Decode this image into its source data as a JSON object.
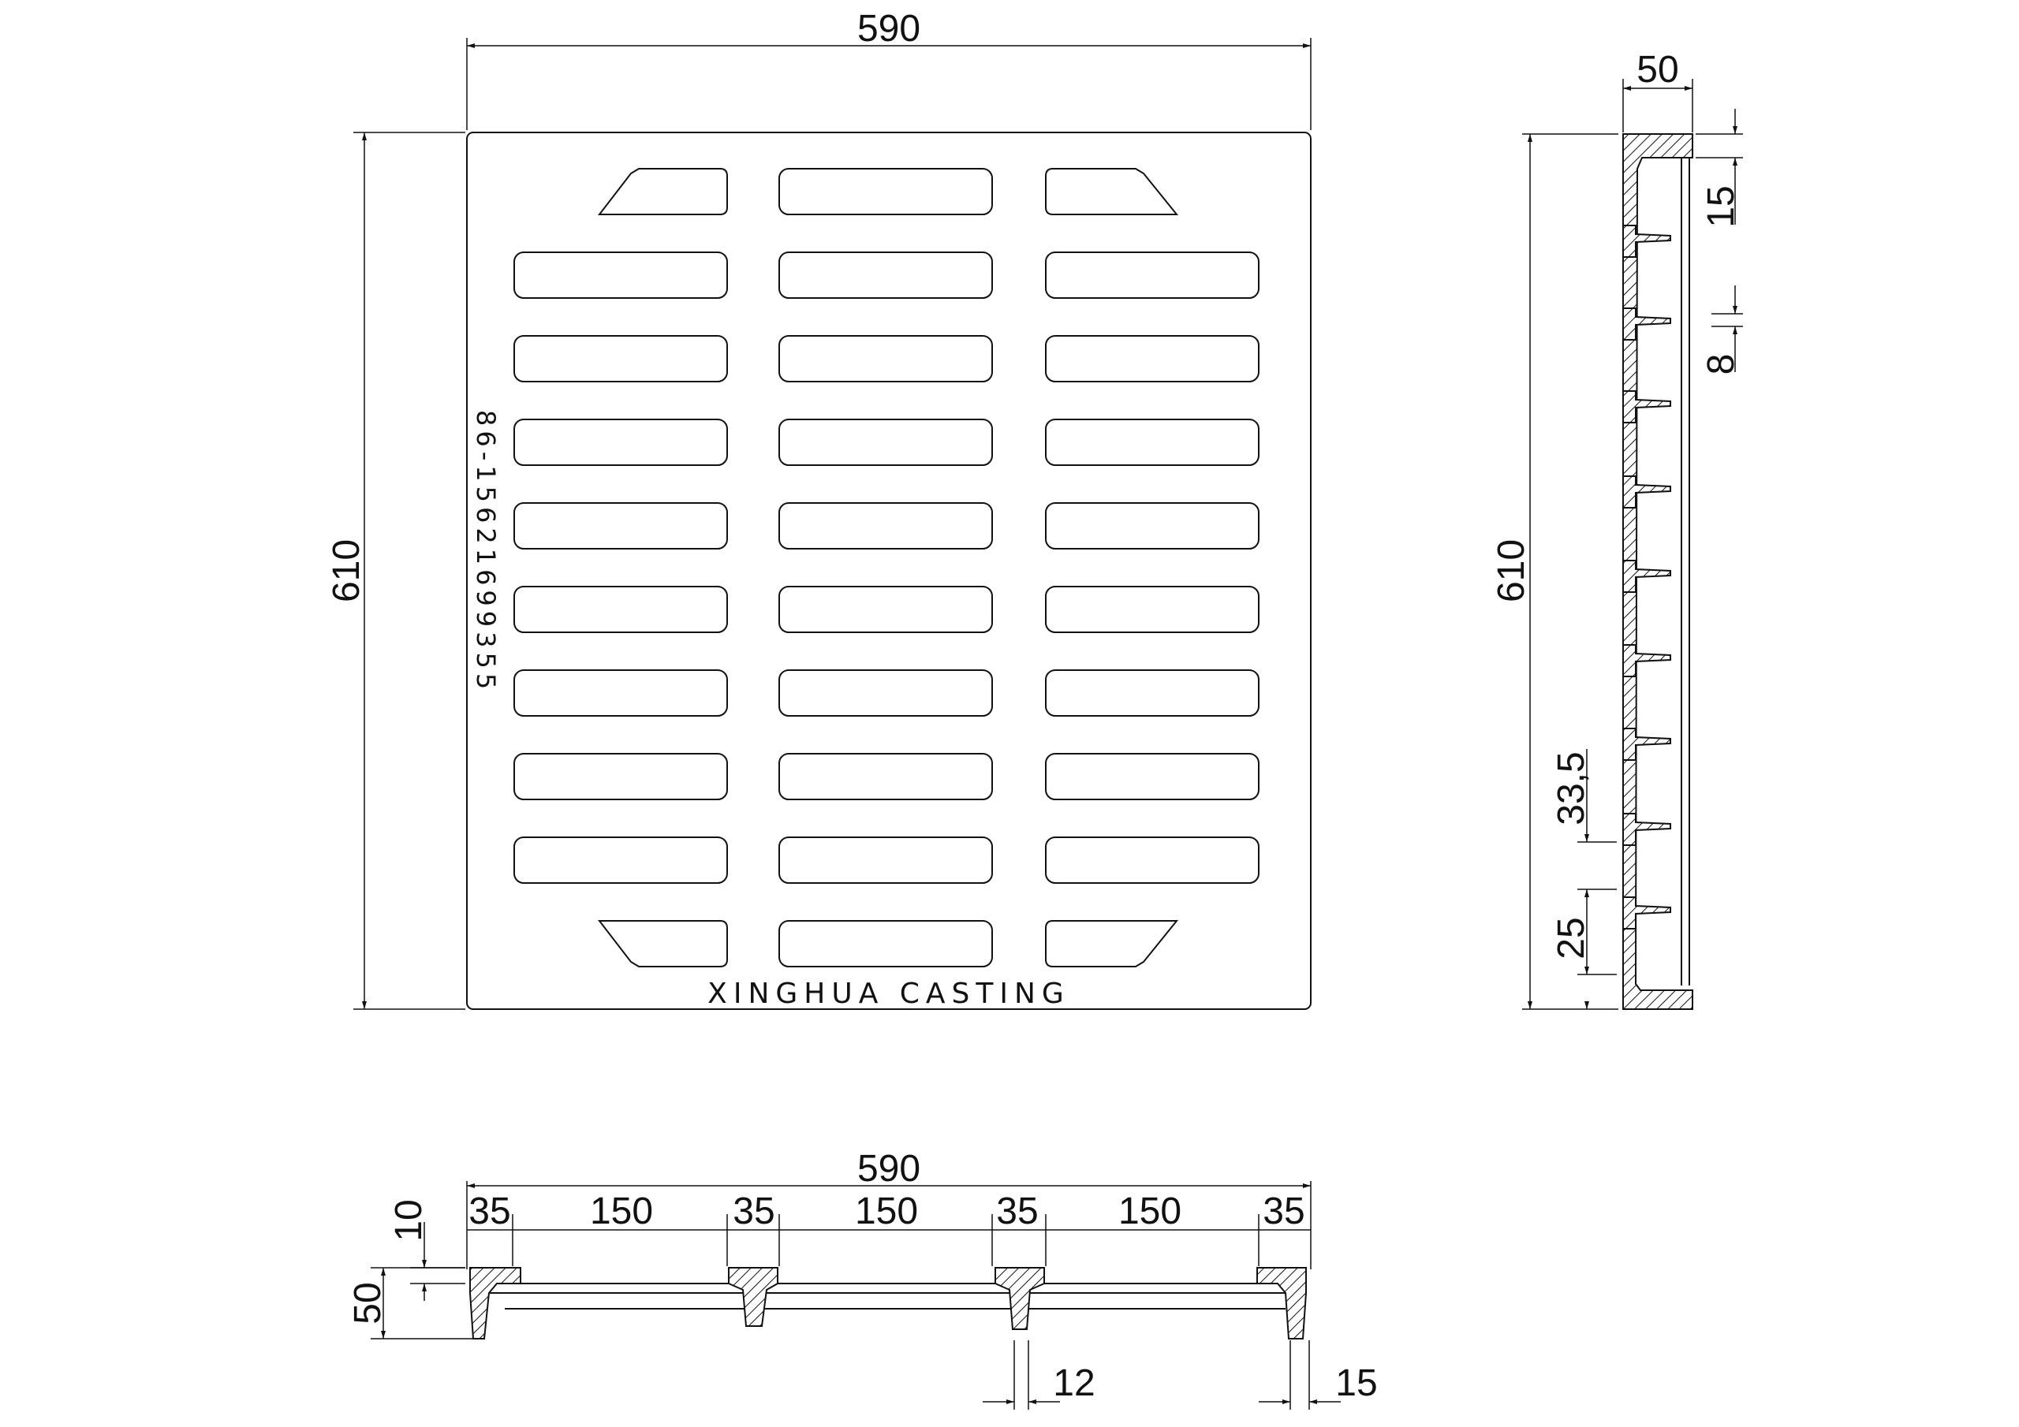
{
  "brand_text": "XINGHUA CASTING",
  "phone_text": "86-15621699355",
  "dimensions": {
    "top_width": "590",
    "front_height": "610",
    "side_width": "50",
    "side_height": "610",
    "flange_15": "15",
    "rib_8": "8",
    "rib_pitch": "33,5",
    "bottom_25": "25",
    "bottom_width": "590",
    "seg_35": "35",
    "seg_150": "150",
    "flange_10": "10",
    "depth_50": "50",
    "rib_12": "12",
    "edge_15": "15"
  }
}
